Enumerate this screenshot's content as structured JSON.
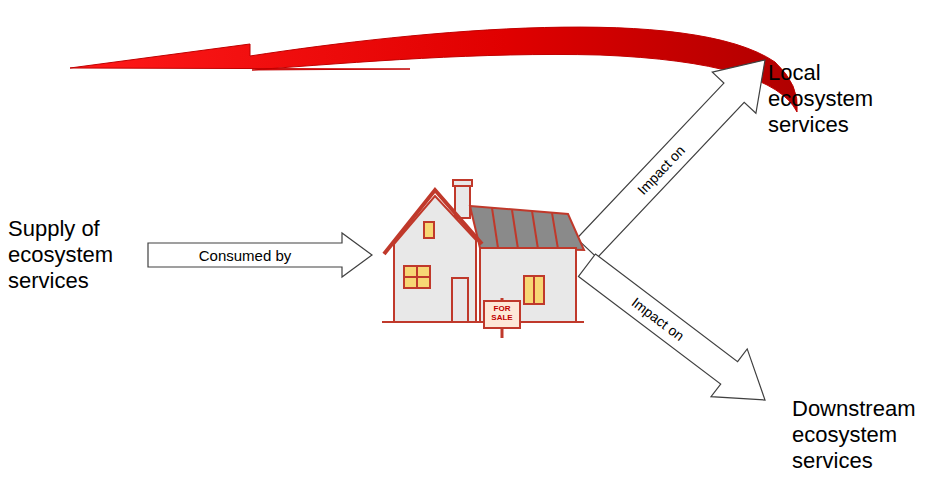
{
  "diagram": {
    "nodes": [
      {
        "text": [
          "Supply of ecosystem services"
        ]
      },
      {
        "text": [
          "FOR SALE"
        ]
      },
      {
        "text": [
          "Local ecosystem services"
        ]
      },
      {
        "text": [
          "Downstream ecosystem services"
        ]
      }
    ],
    "edges": [
      {
        "from": 0,
        "to": 1,
        "arrow": "to",
        "label": "Consumed by"
      },
      {
        "from": 1,
        "to": 2,
        "arrow": "to",
        "label": "Impact on"
      },
      {
        "from": 1,
        "to": 3,
        "arrow": "to",
        "label": "Impact on"
      }
    ]
  }
}
